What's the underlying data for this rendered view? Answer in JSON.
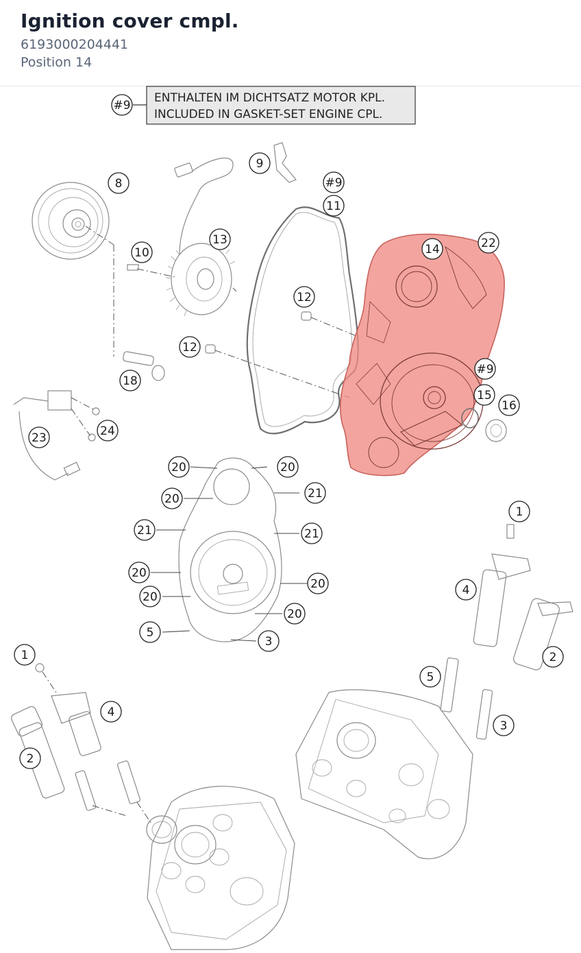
{
  "header": {
    "title": "Ignition cover cmpl.",
    "part_number": "6193000204441",
    "position": "Position 14"
  },
  "diagram": {
    "highlight_color": "#f08a84",
    "note": {
      "ref": "#9",
      "line1": "ENTHALTEN IM DICHTSATZ MOTOR KPL.",
      "line2": "INCLUDED IN GASKET-SET ENGINE CPL."
    },
    "callouts": [
      "#9",
      "9",
      "8",
      "#9",
      "11",
      "14",
      "22",
      "13",
      "10",
      "12",
      "12",
      "18",
      "#9",
      "15",
      "16",
      "23",
      "24",
      "20",
      "20",
      "21",
      "20",
      "21",
      "21",
      "20",
      "20",
      "20",
      "20",
      "5",
      "3",
      "1",
      "4",
      "2",
      "5",
      "3",
      "1",
      "4",
      "2"
    ]
  }
}
